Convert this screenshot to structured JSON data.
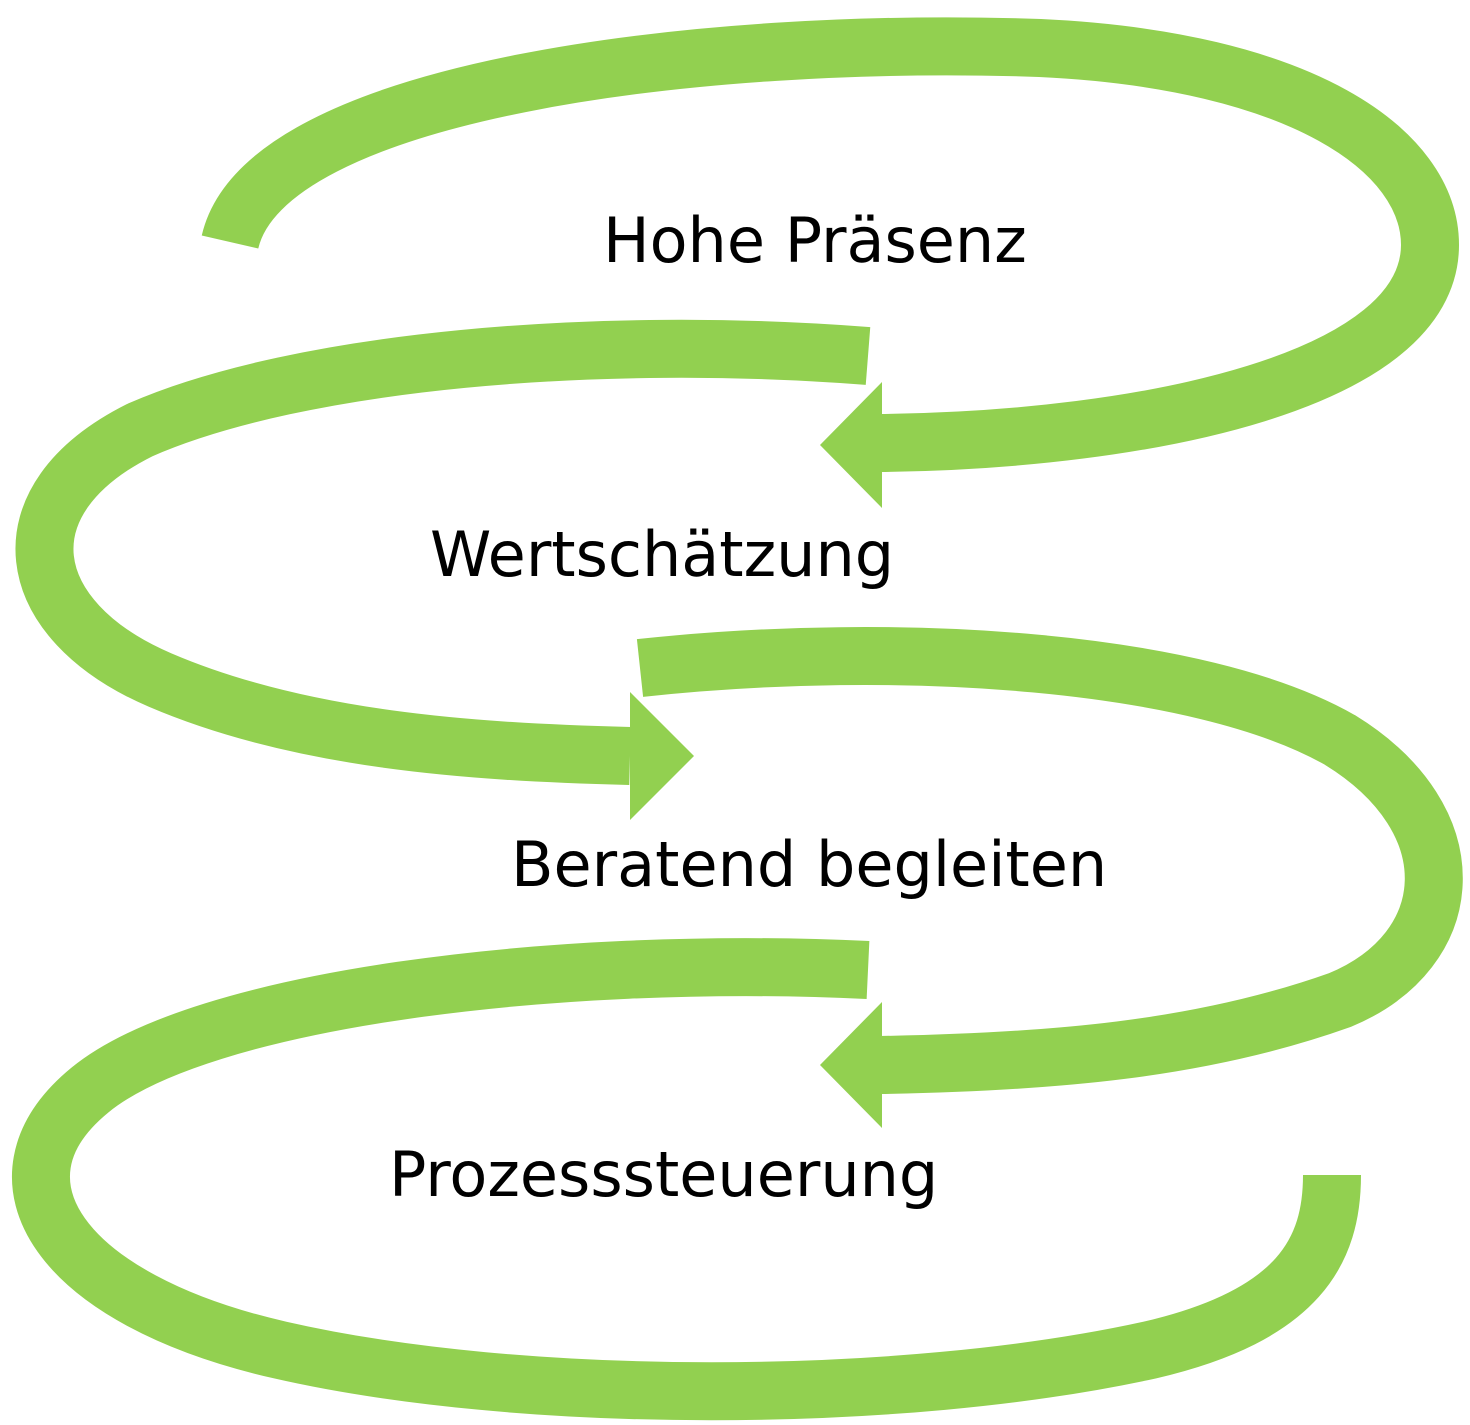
{
  "diagram": {
    "accent_color": "#92d050",
    "steps": [
      {
        "label": "Hohe Präsenz"
      },
      {
        "label": "Wertschätzung"
      },
      {
        "label": "Beratend begleiten"
      },
      {
        "label": "Prozesssteuerung"
      }
    ]
  }
}
